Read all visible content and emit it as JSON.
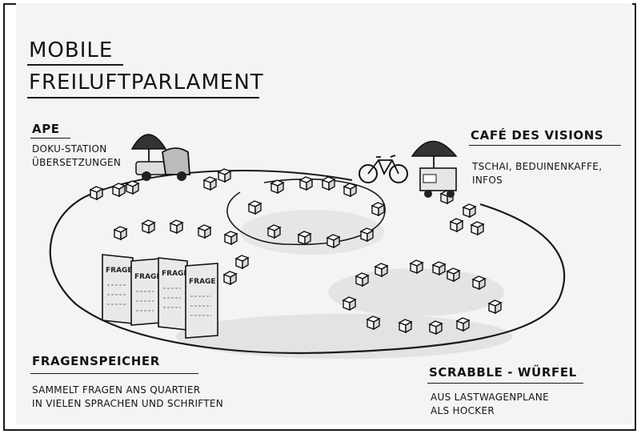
{
  "title": {
    "line1": "MOBILE",
    "line2": "FREILUFTPARLAMENT"
  },
  "labels": {
    "ape": {
      "heading": "APE",
      "lines": [
        "DOKU-STATION",
        "ÜBERSETZUNGEN"
      ]
    },
    "cafe": {
      "heading": "CAFÉ DES VISIONS",
      "lines": [
        "TSCHAI, BEDUINENKAFFE,",
        "INFOS"
      ]
    },
    "fragenspeicher": {
      "heading": "FRAGENSPEICHER",
      "lines": [
        "SAMMELT FRAGEN ANS QUARTIER",
        "IN VIELEN SPRACHEN UND SCHRIFTEN"
      ]
    },
    "scrabble": {
      "heading": "SCRABBLE - WÜRFEL",
      "lines": [
        "AUS LASTWAGENPLANE",
        "ALS HOCKER"
      ]
    }
  },
  "panels": {
    "text": "FRAGE"
  },
  "colors": {
    "ink": "#141414",
    "paper": "#f4f4f2",
    "shadow": "#cfcfcf"
  }
}
